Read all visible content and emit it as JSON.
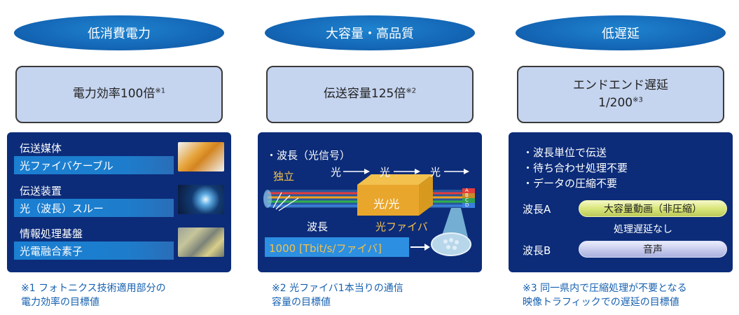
{
  "columns": [
    {
      "heading": "低消費電力",
      "metric": "電力効率100倍",
      "metric_mark": "※1",
      "panel": {
        "items": [
          {
            "label": "伝送媒体",
            "bar": "光ファイバケーブル"
          },
          {
            "label": "伝送装置",
            "bar": "光（波長）スルー"
          },
          {
            "label": "情報処理基盤",
            "bar": "光電融合素子"
          }
        ]
      },
      "note_line1": "※1 フォトニクス技術適用部分の",
      "note_line2": "電力効率の目標値"
    },
    {
      "heading": "大容量・高品質",
      "metric": "伝送容量125倍",
      "metric_mark": "※2",
      "panel": {
        "bullet": "・波長（光信号）",
        "independent": "独立",
        "hop": "光",
        "oe_box": "光/光",
        "wavelength": "波長",
        "fiber": "光ファイバ",
        "capacity": "1000 [Tbit/s/ファイバ]",
        "channels": [
          "A",
          "B",
          "C",
          "D"
        ]
      },
      "note_line1": "※2 光ファイバ1本当りの通信",
      "note_line2": "容量の目標値"
    },
    {
      "heading": "低遅延",
      "metric": "エンドエンド遅延",
      "metric_line2": "1/200",
      "metric_mark": "※3",
      "panel": {
        "bullets": [
          "・波長単位で伝送",
          "・待ち合わせ処理不要",
          "・データの圧縮不要"
        ],
        "wave_a": "波長A",
        "tube_a": "大容量動画（非圧縮）",
        "delay": "処理遅延なし",
        "wave_b": "波長B",
        "tube_b": "音声"
      },
      "note_line1": "※3 同一県内で圧縮処理が不要となる",
      "note_line2": "映像トラフィックでの遅延の目標値"
    }
  ]
}
